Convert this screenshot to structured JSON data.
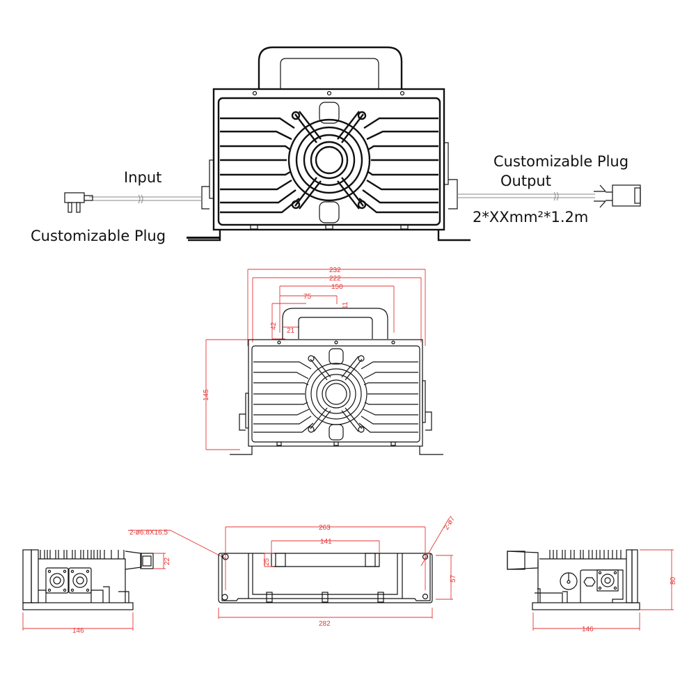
{
  "top_view": {
    "labels": {
      "input": "Input",
      "input_plug": "Customizable Plug",
      "output_plug": "Customizable Plug",
      "output": "Output",
      "cable_spec": "2*XXmm²*1.2m"
    }
  },
  "front_view": {
    "dimensions": {
      "overall_width": "232",
      "body_width": "222",
      "handle_outer_width": "150",
      "handle_half": "75",
      "handle_thickness": "11",
      "handle_height": "42",
      "handle_leg": "21",
      "height": "145"
    }
  },
  "side_view_left": {
    "dimensions": {
      "depth": "146",
      "connector_height": "22"
    }
  },
  "bottom_view": {
    "dimensions": {
      "slot_spec": "2-ø6.8X16.5",
      "hole_spec": "2-ø7",
      "hole_spacing": "263",
      "slot_spacing": "141",
      "slot_height": "25",
      "hole_vertical": "57",
      "overall_length": "282"
    }
  },
  "side_view_right": {
    "dimensions": {
      "depth": "146",
      "height": "80"
    }
  },
  "colors": {
    "line": "#111111",
    "dimension": "#e53535",
    "background": "#ffffff"
  }
}
